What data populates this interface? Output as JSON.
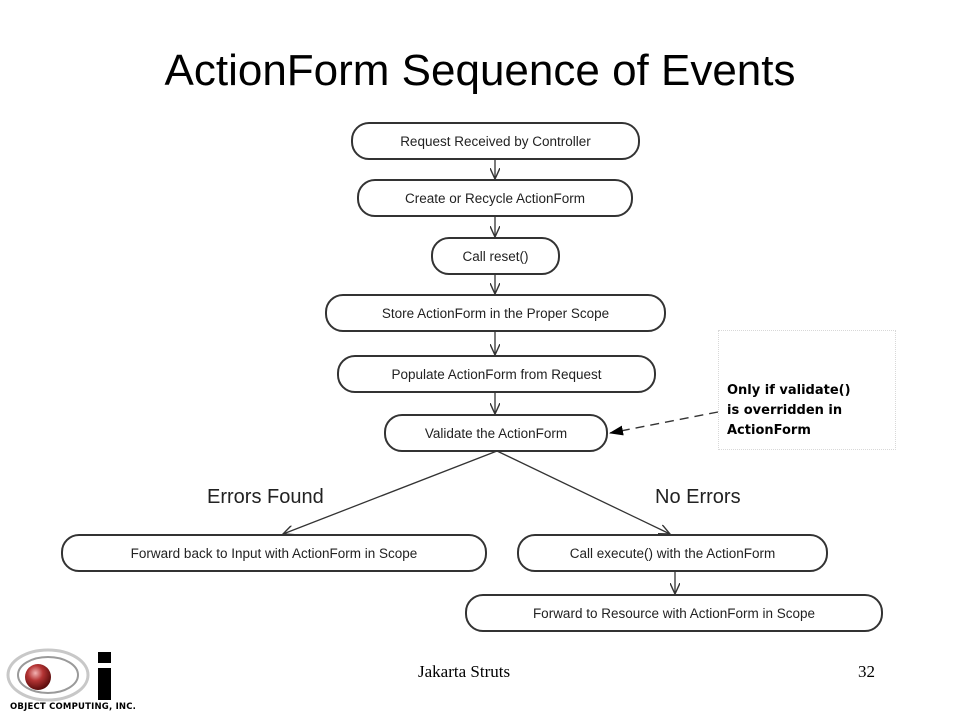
{
  "slide": {
    "title": "ActionForm Sequence of Events",
    "footer_center": "Jakarta Struts",
    "page_number": "32"
  },
  "diagram": {
    "nodes": [
      {
        "id": "request-received",
        "label": "Request Received by Controller"
      },
      {
        "id": "create-recycle",
        "label": "Create or Recycle ActionForm"
      },
      {
        "id": "call-reset",
        "label": "Call reset()"
      },
      {
        "id": "store-actionform",
        "label": "Store ActionForm in the Proper Scope"
      },
      {
        "id": "populate-actionform",
        "label": "Populate ActionForm from Request"
      },
      {
        "id": "validate-actionform",
        "label": "Validate the ActionForm"
      },
      {
        "id": "forward-back",
        "label": "Forward back to Input with ActionForm in Scope"
      },
      {
        "id": "call-execute",
        "label": "Call execute() with the ActionForm"
      },
      {
        "id": "forward-resource",
        "label": "Forward to Resource with ActionForm in Scope"
      }
    ],
    "branches": {
      "errors_found": "Errors Found",
      "no_errors": "No Errors"
    },
    "note": {
      "line1": "Only if validate()",
      "line2": "is overridden in",
      "line3": "ActionForm"
    }
  },
  "logo": {
    "company": "OBJECT COMPUTING, INC."
  }
}
